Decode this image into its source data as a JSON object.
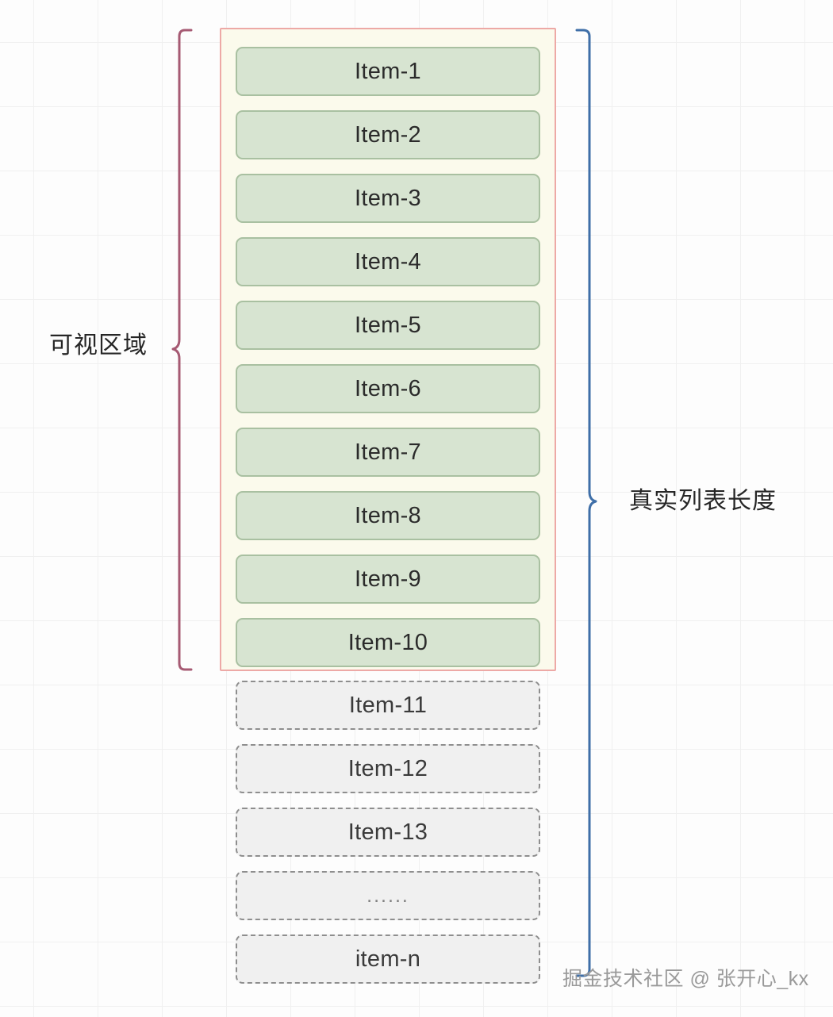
{
  "diagram": {
    "title": "virtual-list-viewport-diagram",
    "colors": {
      "viewport_border": "#eda9a6",
      "viewport_fill": "#fbfaec",
      "visible_item_fill": "#d7e4d1",
      "visible_item_border": "#a9c0a1",
      "hidden_item_fill": "#f0f0f0",
      "hidden_item_border": "#8e8e8e",
      "left_brace": "#a65a73",
      "right_brace": "#3f6fa8",
      "grid_line": "#f0f0f0",
      "text": "#262626",
      "watermark": "#9a9a9a"
    }
  },
  "visible_items": [
    {
      "label": "Item-1"
    },
    {
      "label": "Item-2"
    },
    {
      "label": "Item-3"
    },
    {
      "label": "Item-4"
    },
    {
      "label": "Item-5"
    },
    {
      "label": "Item-6"
    },
    {
      "label": "Item-7"
    },
    {
      "label": "Item-8"
    },
    {
      "label": "Item-9"
    },
    {
      "label": "Item-10"
    }
  ],
  "hidden_items": [
    {
      "label": "Item-11"
    },
    {
      "label": "Item-12"
    },
    {
      "label": "Item-13"
    },
    {
      "label": "......"
    },
    {
      "label": "item-n"
    }
  ],
  "annotations": {
    "left_brace_label": "可视区域",
    "right_brace_label": "真实列表长度"
  },
  "watermark": {
    "text": "掘金技术社区 @ 张开心_kx"
  }
}
